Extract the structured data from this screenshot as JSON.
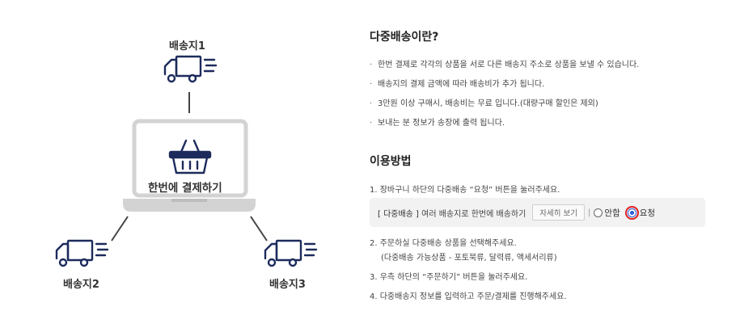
{
  "illustration": {
    "center_label": "한번에 결제하기",
    "destinations": [
      "배송지1",
      "배송지2",
      "배송지3"
    ],
    "icons": {
      "truck": "truck-icon",
      "basket": "basket-icon",
      "laptop": "laptop-icon"
    }
  },
  "intro": {
    "title": "다중배송이란?",
    "bullets": [
      "한번 결제로 각각의 상품을 서로 다른 배송지 주소로 상품을 보낼 수 있습니다.",
      "배송지의 결제 금액에 따라 배송비가 추가 됩니다.",
      "3만원 이상 구매시, 배송비는 무료 입니다.(대량구매 할인은 제외)",
      "보내는 분 정보가 송장에 출력 됩니다."
    ]
  },
  "howto": {
    "title": "이용방법",
    "steps": [
      "1. 장바구니 하단의 다중배송 “요청” 버튼을 눌러주세요.",
      "2. 주문하실 다중배송 상품을 선택해주세요.",
      "3. 우측 하단의 “주문하기” 버튼을 눌러주세요.",
      "4. 다중배송지 정보를 입력하고 주문/결제를 진행해주세요."
    ],
    "step2_sub": "(다중배송 가능상품 - 포토북류, 달력류, 액세서리류)",
    "demo": {
      "bracket_text": "[ 다중배송 ]",
      "desc": "여러 배송지로 한번에 배송하기",
      "detail_button": "자세히 보기",
      "separator": "|",
      "option_off": "안함",
      "option_on": "요청",
      "selected": "요청",
      "highlight_color": "#e02020",
      "radio_color": "#2a5bd7"
    }
  }
}
